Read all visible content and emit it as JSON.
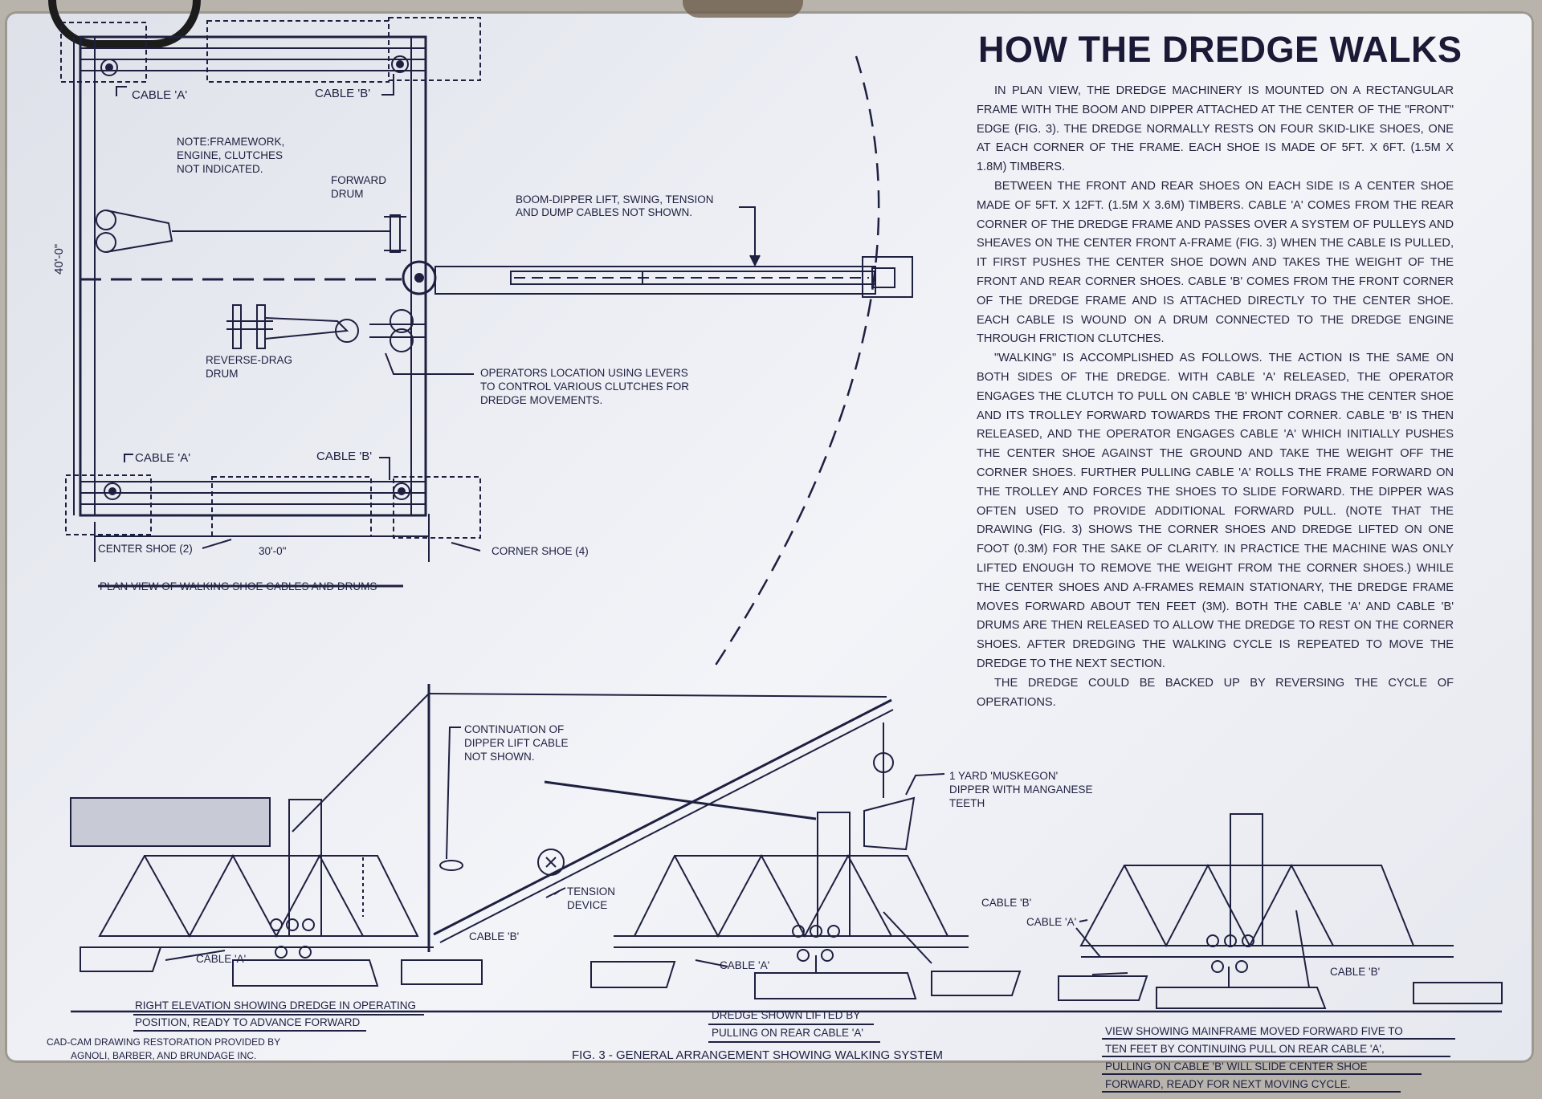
{
  "title": "HOW THE DREDGE WALKS",
  "body_paragraphs": [
    "IN PLAN VIEW, THE DREDGE MACHINERY IS MOUNTED ON A RECTANGULAR FRAME WITH THE BOOM AND DIPPER ATTACHED AT THE CENTER OF THE \"FRONT\" EDGE (FIG. 3). THE DREDGE NORMALLY RESTS ON FOUR SKID-LIKE SHOES, ONE AT EACH CORNER OF THE FRAME. EACH SHOE IS MADE OF 5FT. X 6FT. (1.5M X 1.8M) TIMBERS.",
    "BETWEEN THE FRONT AND REAR SHOES ON EACH SIDE IS A CENTER SHOE MADE OF 5FT. X 12FT. (1.5M X 3.6M) TIMBERS. CABLE 'A' COMES FROM THE REAR CORNER OF THE DREDGE FRAME AND PASSES OVER A SYSTEM OF PULLEYS AND SHEAVES ON THE CENTER FRONT A-FRAME (FIG. 3) WHEN THE CABLE IS PULLED, IT FIRST PUSHES THE CENTER SHOE DOWN AND TAKES THE WEIGHT OF THE FRONT AND REAR CORNER SHOES. CABLE 'B' COMES FROM THE FRONT CORNER OF THE DREDGE FRAME AND IS ATTACHED DIRECTLY TO THE CENTER SHOE. EACH CABLE IS WOUND ON A DRUM CONNECTED TO THE DREDGE ENGINE THROUGH FRICTION CLUTCHES.",
    "\"WALKING\" IS ACCOMPLISHED AS FOLLOWS. THE ACTION IS THE SAME ON BOTH SIDES OF THE DREDGE. WITH CABLE 'A' RELEASED, THE OPERATOR ENGAGES THE CLUTCH TO PULL ON CABLE 'B' WHICH DRAGS THE CENTER SHOE AND ITS TROLLEY FORWARD TOWARDS THE FRONT CORNER. CABLE 'B' IS THEN RELEASED, AND THE OPERATOR ENGAGES CABLE 'A' WHICH INITIALLY PUSHES THE CENTER SHOE AGAINST THE GROUND AND TAKE THE WEIGHT OFF THE CORNER SHOES. FURTHER PULLING CABLE 'A' ROLLS THE FRAME FORWARD ON THE TROLLEY AND FORCES THE SHOES TO SLIDE FORWARD. THE DIPPER WAS OFTEN USED TO PROVIDE ADDITIONAL FORWARD PULL. (NOTE THAT THE DRAWING (FIG. 3) SHOWS THE CORNER SHOES AND DREDGE LIFTED ON ONE FOOT (0.3M) FOR THE SAKE OF CLARITY. IN PRACTICE THE MACHINE WAS ONLY LIFTED ENOUGH TO REMOVE THE WEIGHT FROM THE CORNER SHOES.) WHILE THE CENTER SHOES AND A-FRAMES REMAIN STATIONARY, THE DREDGE FRAME MOVES FORWARD ABOUT TEN FEET (3M). BOTH THE CABLE 'A' AND CABLE 'B' DRUMS ARE THEN RELEASED TO ALLOW THE DREDGE TO REST ON THE CORNER SHOES. AFTER DREDGING THE WALKING CYCLE IS REPEATED TO MOVE THE DREDGE TO THE NEXT SECTION.",
    "THE DREDGE COULD BE BACKED UP BY REVERSING THE CYCLE OF OPERATIONS."
  ],
  "plan_view": {
    "cable_a_top": "CABLE 'A'",
    "cable_b_top": "CABLE 'B'",
    "cable_a_bottom": "CABLE 'A'",
    "cable_b_bottom": "CABLE 'B'",
    "note": [
      "NOTE:FRAMEWORK,",
      "ENGINE, CLUTCHES",
      "NOT INDICATED."
    ],
    "forward_drum": [
      "FORWARD",
      "DRUM"
    ],
    "boom_note": [
      "BOOM-DIPPER LIFT, SWING, TENSION",
      "AND DUMP CABLES NOT SHOWN."
    ],
    "reverse_drum": [
      "REVERSE-DRAG",
      "DRUM"
    ],
    "operators": [
      "OPERATORS LOCATION USING LEVERS",
      "TO CONTROL VARIOUS CLUTCHES FOR",
      "DREDGE MOVEMENTS."
    ],
    "dim_height": "40'-0\"",
    "dim_width": "30'-0\"",
    "center_shoe": "CENTER SHOE (2)",
    "corner_shoe": "CORNER SHOE (4)",
    "caption": "PLAN VIEW OF WALKING SHOE CABLES AND DRUMS"
  },
  "elevation": {
    "continuation": [
      "CONTINUATION OF",
      "DIPPER LIFT CABLE",
      "NOT SHOWN."
    ],
    "dipper": [
      "1 YARD 'MUSKEGON'",
      "DIPPER WITH MANGANESE",
      "TEETH"
    ],
    "tension": [
      "TENSION",
      "DEVICE"
    ],
    "cable_a_1": "CABLE 'A'",
    "cable_b_1": "CABLE 'B'",
    "cable_a_2": "CABLE 'A'",
    "cable_b_2": "CABLE 'B'",
    "cable_a_3": "CABLE 'A'",
    "cable_b_3": "CABLE 'B'",
    "caption_right": [
      "RIGHT ELEVATION SHOWING DREDGE IN OPERATING",
      "POSITION, READY TO ADVANCE FORWARD"
    ],
    "caption_middle": [
      "DREDGE SHOWN LIFTED BY",
      "PULLING ON REAR CABLE 'A'"
    ],
    "caption_left": [
      "VIEW SHOWING MAINFRAME MOVED FORWARD FIVE TO",
      "TEN FEET BY CONTINUING PULL ON REAR CABLE 'A',",
      "PULLING ON CABLE 'B' WILL SLIDE CENTER SHOE",
      "FORWARD, READY FOR NEXT MOVING CYCLE."
    ],
    "fig_caption": "FIG. 3 - GENERAL ARRANGEMENT SHOWING WALKING SYSTEM"
  },
  "credit": [
    "CAD-CAM DRAWING RESTORATION PROVIDED BY",
    "AGNOLI, BARBER, AND BRUNDAGE INC."
  ]
}
